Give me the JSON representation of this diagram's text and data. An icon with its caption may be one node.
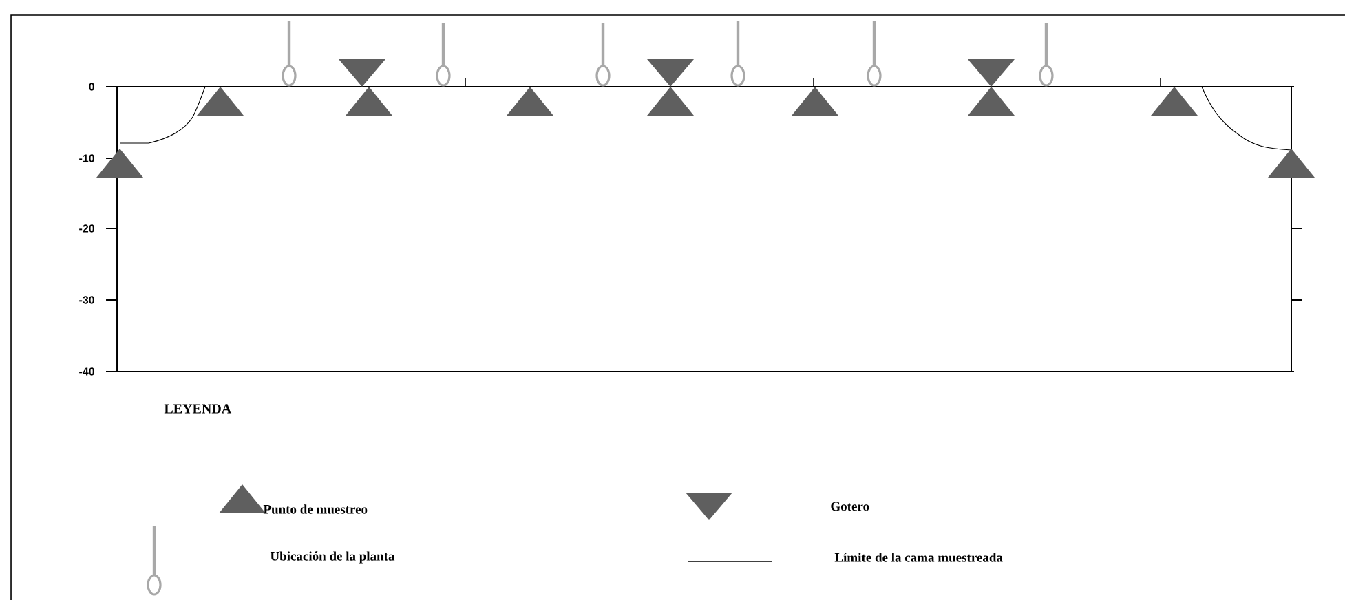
{
  "diagram": {
    "labels": [
      "0",
      "-10",
      "-20",
      "-30",
      "-40",
      "LEYENDA"
    ],
    "legend": [
      {
        "text": "Punto de muestreo"
      },
      {
        "text": "Gotero"
      },
      {
        "text": "Ubicación de la planta"
      },
      {
        "text": "Límite de la cama muestreada"
      }
    ]
  }
}
